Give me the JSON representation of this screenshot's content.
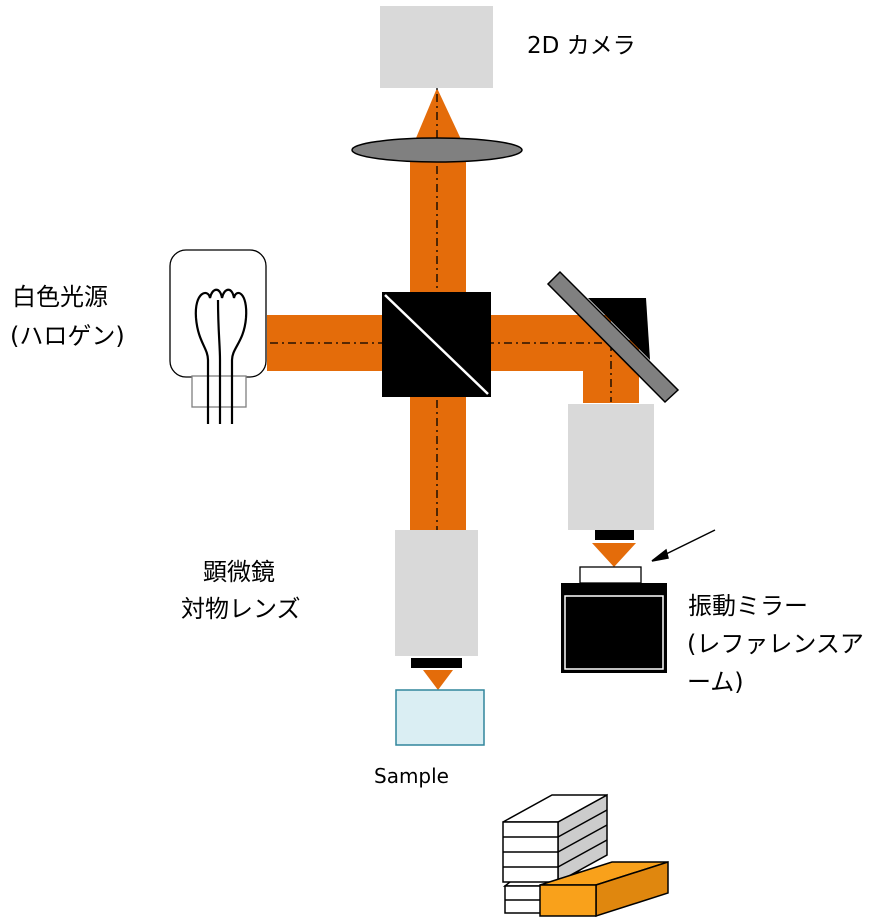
{
  "labels": {
    "camera": "2D カメラ",
    "light_source_line1": "白色光源",
    "light_source_line2": "(ハロゲン)",
    "objective_line1": "顕微鏡",
    "objective_line2": "対物レンズ",
    "mirror_line1": "振動ミラー",
    "mirror_line2": "(レファレンスア",
    "mirror_line3": "ーム)",
    "sample": "Sample"
  },
  "colors": {
    "beam": "#E46C0A",
    "block_gray": "#D9D9D9",
    "black": "#000000",
    "sample_fill": "#DAEEF3",
    "sample_stroke": "#31859C",
    "lens_fill": "#808080",
    "mirror_fill": "#808080",
    "stack_orange": "#F9A11B"
  }
}
